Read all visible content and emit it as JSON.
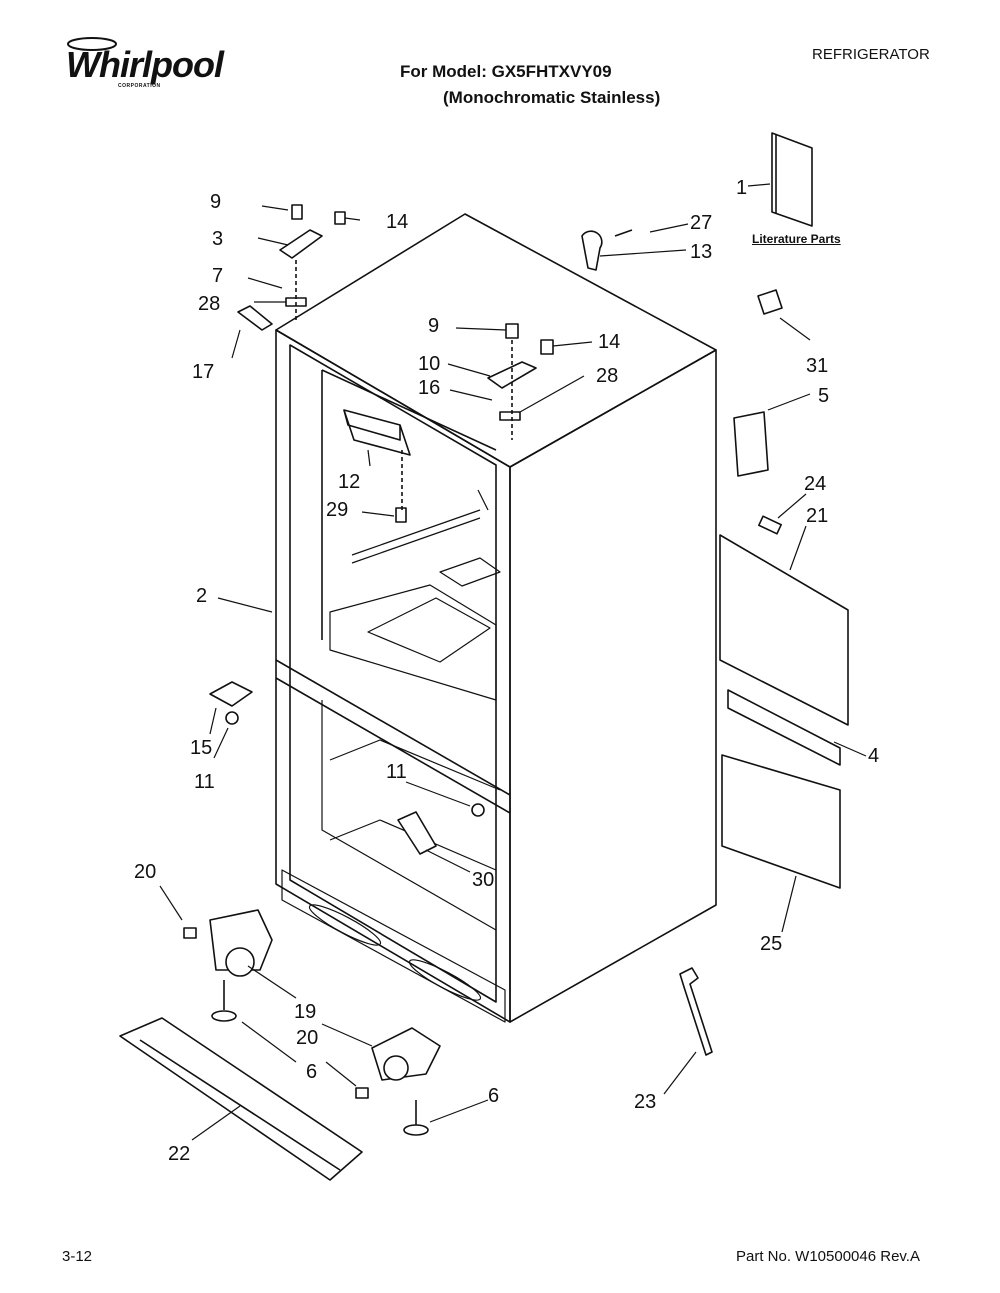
{
  "header": {
    "brand": "Whirlpool",
    "brand_sub": "CORPORATION",
    "model_line": "For Model: GX5FHTXVY09",
    "finish_line": "(Monochromatic Stainless)",
    "category": "REFRIGERATOR"
  },
  "literature_label": "Literature Parts",
  "footer": {
    "page_code": "3-12",
    "part_number": "Part No. W10500046 Rev.A"
  },
  "callouts": [
    "1",
    "9",
    "14",
    "27",
    "13",
    "3",
    "7",
    "28",
    "17",
    "9",
    "14",
    "10",
    "28",
    "16",
    "31",
    "5",
    "12",
    "29",
    "24",
    "21",
    "2",
    "15",
    "11",
    "4",
    "11",
    "30",
    "20",
    "25",
    "19",
    "20",
    "6",
    "6",
    "23",
    "22"
  ]
}
